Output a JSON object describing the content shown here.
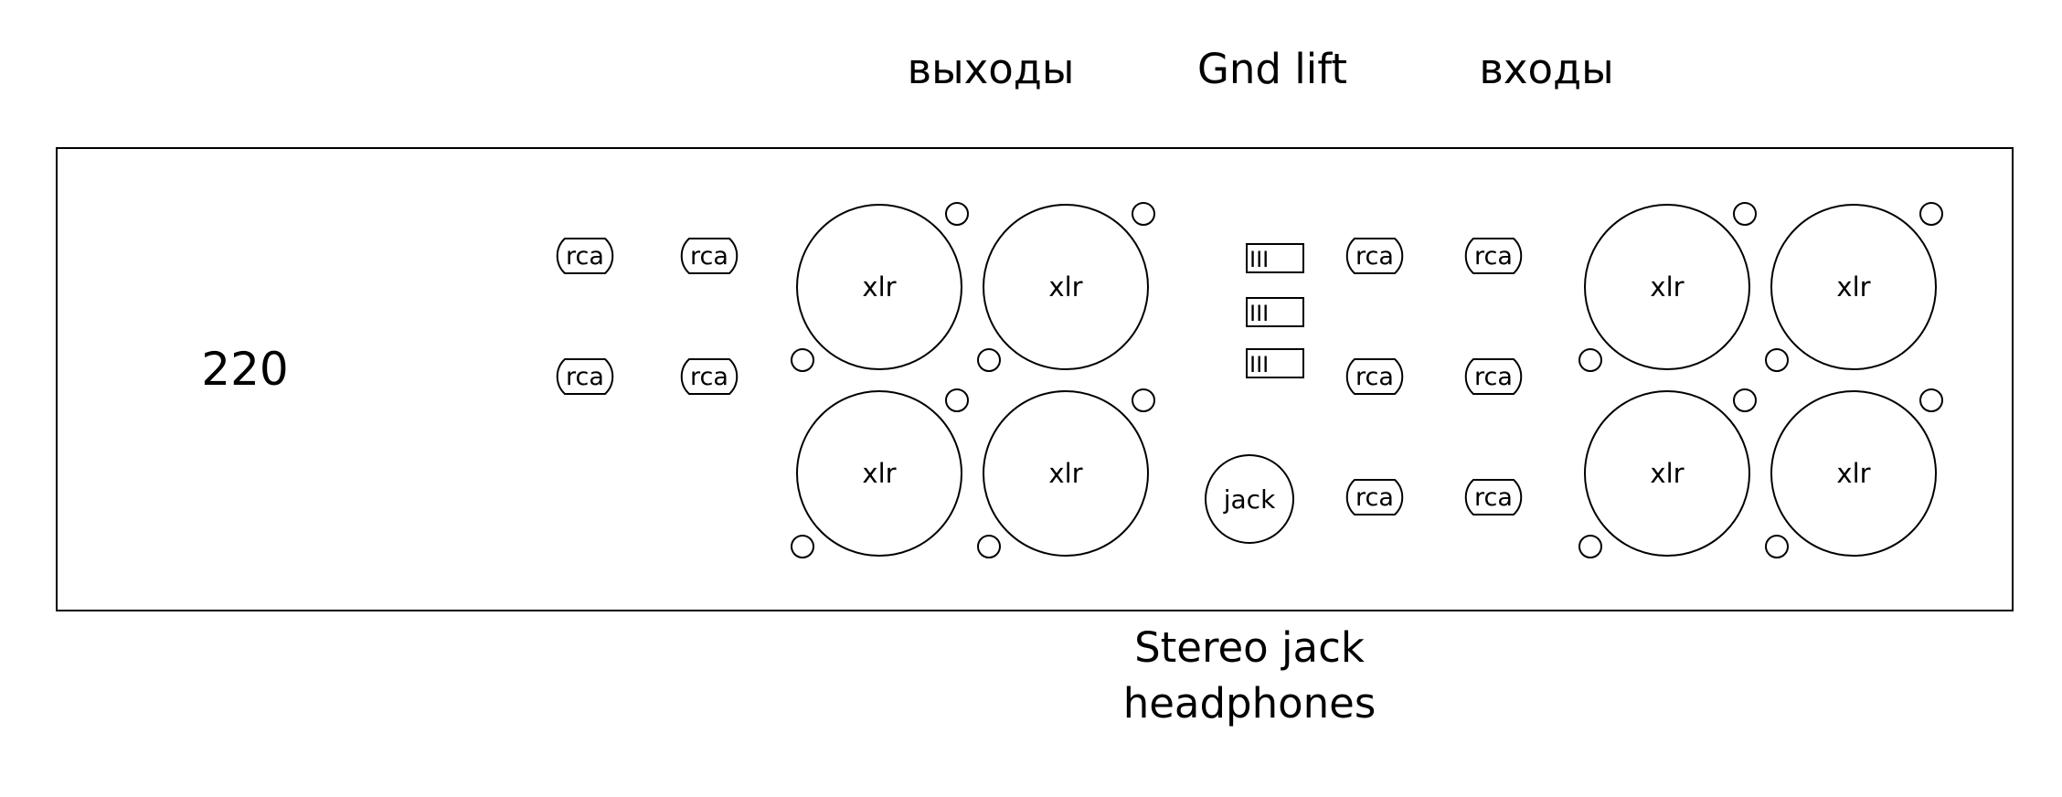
{
  "labels": {
    "outputs": "выходы",
    "gnd_lift": "Gnd lift",
    "inputs": "входы",
    "power": "220",
    "headphones_line1": "Stereo jack",
    "headphones_line2": "headphones"
  },
  "connectors": {
    "xlr": "xlr",
    "rca": "rca",
    "jack": "jack",
    "switch": "III"
  }
}
